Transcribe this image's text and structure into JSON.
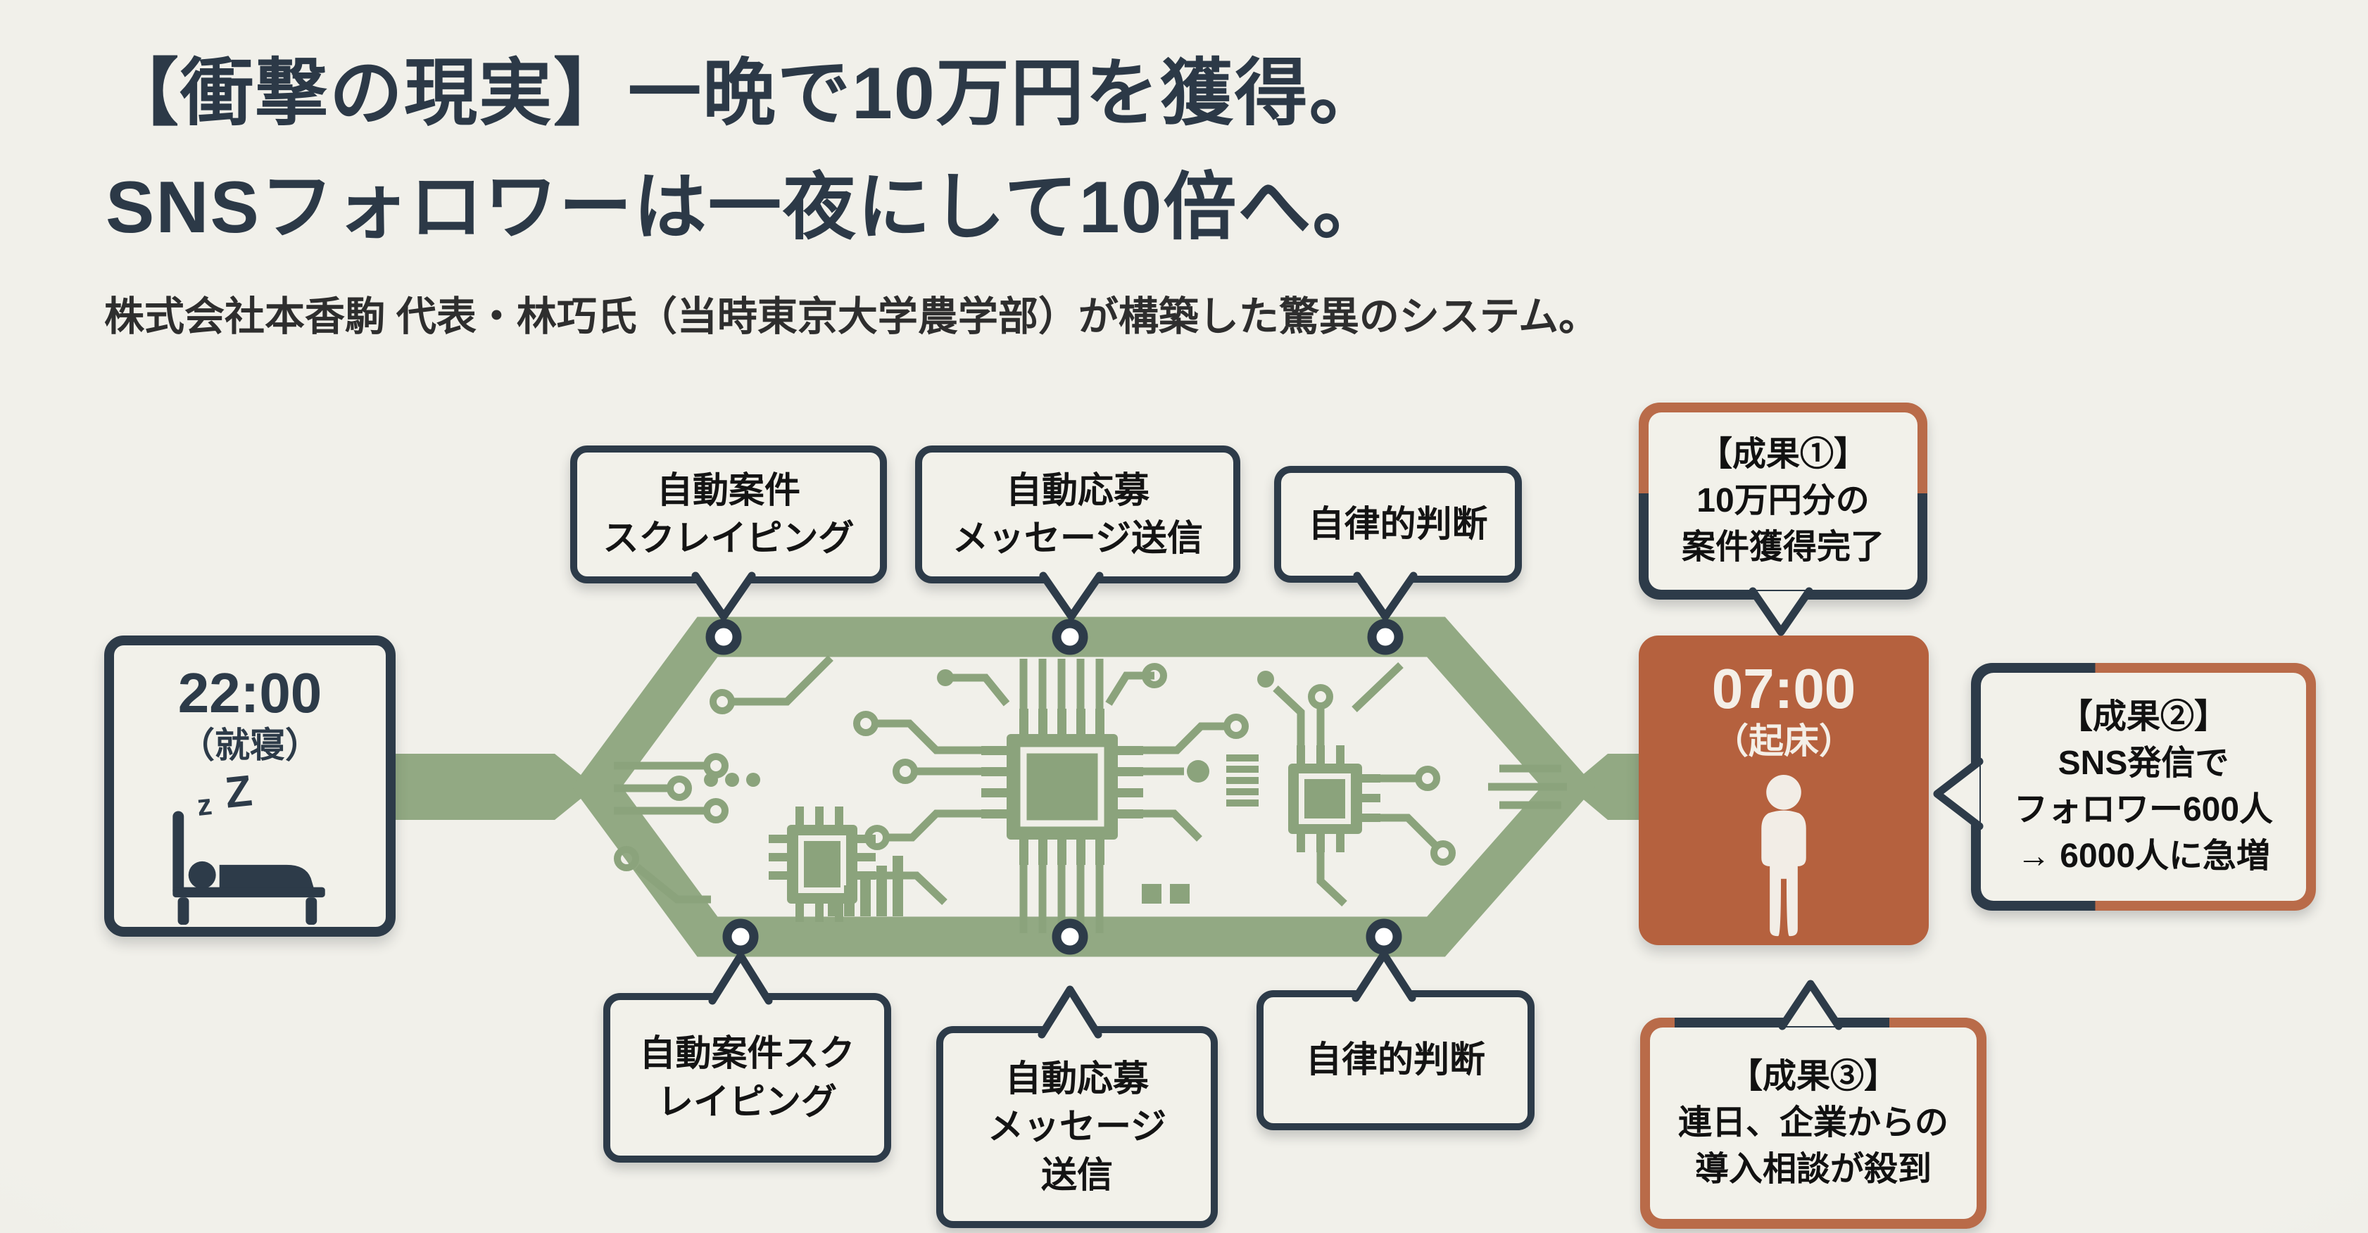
{
  "meta": {
    "kind": "infographic-slide",
    "language": "ja"
  },
  "colors": {
    "background": "#edece6",
    "navy": "#2d3b49",
    "circuit_green": "#92a983",
    "trace_green": "#8ba37c",
    "terracotta": "#b5613e",
    "box_fill": "#f2f1ea"
  },
  "header": {
    "title_line1": "【衝撃の現実】一晩で10万円を獲得。",
    "title_line2": "SNSフォロワーは一夜にして10倍へ。",
    "subtitle": "株式会社本香駒 代表・林巧氏（当時東京大学農学部）が構築した驚異のシステム。"
  },
  "timeline": {
    "start": {
      "time": "22:00",
      "state": "（就寝）",
      "zzz_small": "z",
      "zzz_big": "Z",
      "icon": "sleeping-in-bed-icon"
    },
    "end": {
      "time": "07:00",
      "state": "（起床）",
      "icon": "standing-person-icon"
    }
  },
  "process": {
    "top": [
      {
        "lines": [
          "自動案件",
          "スクレイピング"
        ]
      },
      {
        "lines": [
          "自動応募",
          "メッセージ送信"
        ]
      },
      {
        "lines": [
          "自律的判断"
        ]
      }
    ],
    "bottom": [
      {
        "lines": [
          "自動案件スク",
          "レイピング"
        ]
      },
      {
        "lines": [
          "自動応募",
          "メッセージ",
          "送信"
        ]
      },
      {
        "lines": [
          "自律的判断"
        ]
      }
    ]
  },
  "results": [
    {
      "heading": "【成果①】",
      "lines": [
        "10万円分の",
        "案件獲得完了"
      ]
    },
    {
      "heading": "【成果②】",
      "lines": [
        "SNS発信で",
        "フォロワー600人",
        "→ 6000人に急増"
      ]
    },
    {
      "heading": "【成果③】",
      "lines": [
        "連日、企業からの",
        "導入相談が殺到"
      ]
    }
  ]
}
